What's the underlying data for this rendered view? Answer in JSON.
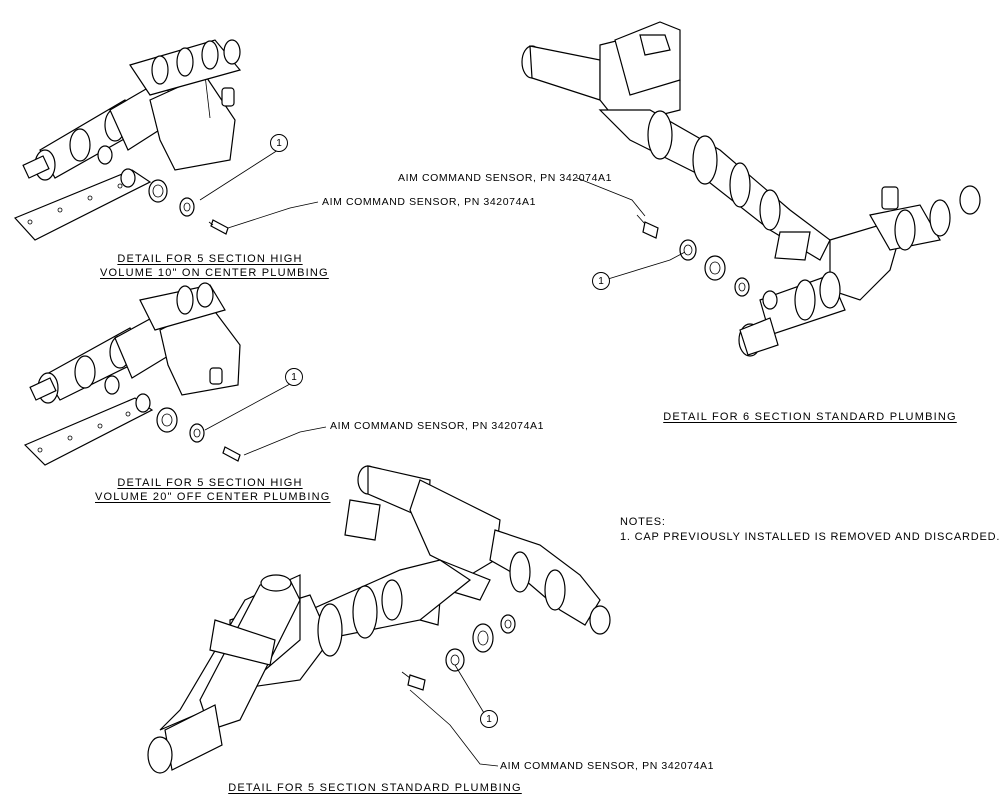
{
  "details": [
    {
      "caption_line1": "DETAIL FOR 5 SECTION HIGH",
      "caption_line2": "VOLUME 10\" ON CENTER PLUMBING",
      "sensor_label": "AIM COMMAND SENSOR, PN 342074A1",
      "callout": "1"
    },
    {
      "caption_line1": "DETAIL FOR 5 SECTION HIGH",
      "caption_line2": "VOLUME 20\" OFF CENTER PLUMBING",
      "sensor_label": "AIM COMMAND SENSOR, PN 342074A1",
      "callout": "1"
    },
    {
      "caption_line1": "DETAIL FOR 6 SECTION STANDARD PLUMBING",
      "sensor_label": "AIM COMMAND SENSOR, PN 342074A1",
      "callout": "1"
    },
    {
      "caption_line1": "DETAIL FOR 5 SECTION STANDARD PLUMBING",
      "sensor_label": "AIM COMMAND SENSOR, PN 342074A1",
      "callout": "1"
    }
  ],
  "notes": {
    "heading": "NOTES:",
    "items": [
      "1.   CAP PREVIOUSLY INSTALLED IS REMOVED AND DISCARDED."
    ]
  }
}
